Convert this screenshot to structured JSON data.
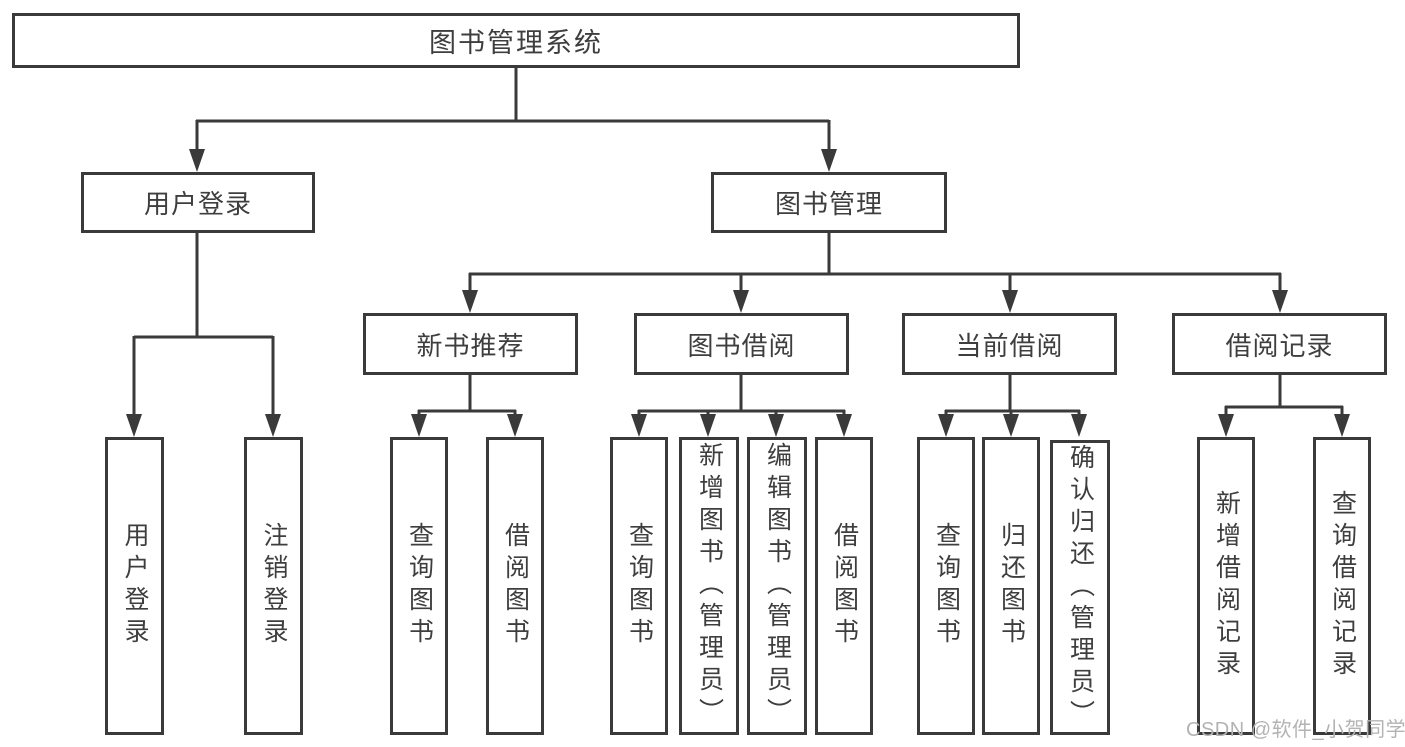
{
  "title": "图书管理系统",
  "nodes": {
    "login": {
      "label": "用户登录",
      "children": [
        "用户登录",
        "注销登录"
      ]
    },
    "mgmt": {
      "label": "图书管理",
      "groups": [
        {
          "label": "新书推荐",
          "children": [
            "查询图书",
            "借阅图书"
          ]
        },
        {
          "label": "图书借阅",
          "children": [
            "查询图书",
            "新增图书（管理员）",
            "编辑图书（管理员）",
            "借阅图书"
          ]
        },
        {
          "label": "当前借阅",
          "children": [
            "查询图书",
            "归还图书",
            "确认归还（管理员）"
          ]
        },
        {
          "label": "借阅记录",
          "children": [
            "新增借阅记录",
            "查询借阅记录"
          ]
        }
      ]
    }
  },
  "watermark": "CSDN @软件_小贺同学",
  "colors": {
    "line": "#3a3a3a",
    "text": "#3e3e3e",
    "watermark": "#b3b3b3",
    "background": "#ffffff"
  }
}
